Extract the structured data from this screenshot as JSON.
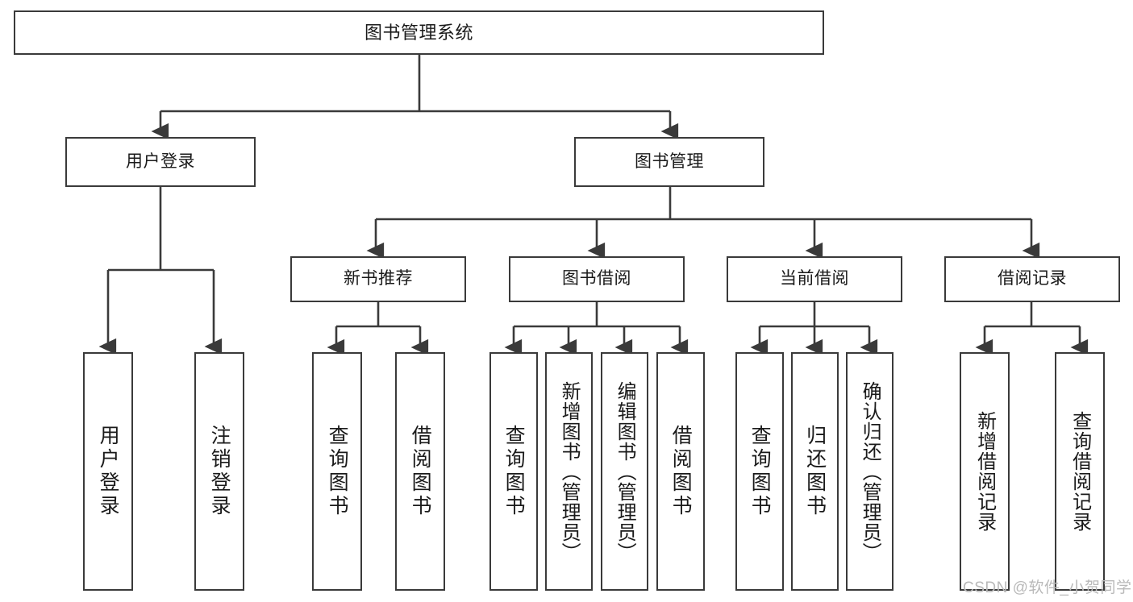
{
  "diagram": {
    "type": "tree-hierarchy-chart",
    "title": "图书管理系统",
    "watermark": "CSDN @软件_小贺同学",
    "colors": {
      "box_border": "#3a3a3a",
      "box_fill": "#ffffff",
      "connector": "#3a3a3a",
      "text": "#1a1a1a",
      "watermark": "#b9b9b9"
    },
    "nodes": {
      "root": {
        "label": "图书管理系统"
      },
      "level2": [
        {
          "label": "用户登录"
        },
        {
          "label": "图书管理"
        }
      ],
      "level3": [
        {
          "label": "新书推荐"
        },
        {
          "label": "图书借阅"
        },
        {
          "label": "当前借阅"
        },
        {
          "label": "借阅记录"
        }
      ],
      "leaves_user_login": [
        {
          "label": "用户登录"
        },
        {
          "label": "注销登录"
        }
      ],
      "leaves_new_book": [
        {
          "label": "查询图书"
        },
        {
          "label": "借阅图书"
        }
      ],
      "leaves_borrow": [
        {
          "label": "查询图书"
        },
        {
          "label": "新增图书（管理员）"
        },
        {
          "label": "编辑图书（管理员）"
        },
        {
          "label": "借阅图书"
        }
      ],
      "leaves_current": [
        {
          "label": "查询图书"
        },
        {
          "label": "归还图书"
        },
        {
          "label": "确认归还（管理员）"
        }
      ],
      "leaves_record": [
        {
          "label": "新增借阅记录"
        },
        {
          "label": "查询借阅记录"
        }
      ]
    }
  }
}
